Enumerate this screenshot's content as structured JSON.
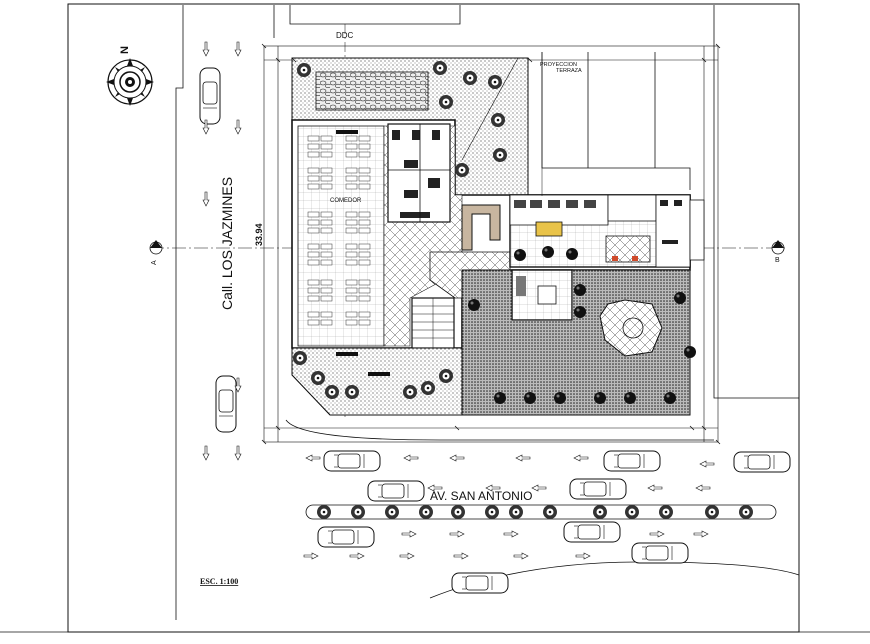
{
  "labels": {
    "street_west": "Call. LOS JAZMINES",
    "street_south": "AV. SAN ANTONIO",
    "scale": "ESC. 1:100",
    "dimension": "33.94",
    "section_a": "A",
    "section_b": "B",
    "north": "N",
    "projection": "PROYECCION",
    "terrace": "TERRAZA",
    "dining": "COMEDOR",
    "section_top": "DDC"
  },
  "colors": {
    "line": "#111111",
    "paper": "#ffffff",
    "hatch": "#555555"
  }
}
